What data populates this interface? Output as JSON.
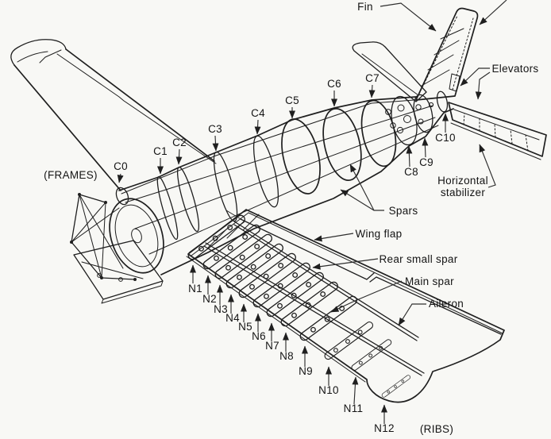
{
  "figure": {
    "type": "aircraft-structure-cutaway",
    "background_color": "#f8f8f5",
    "ink_color": "#1f1f1f"
  },
  "labels": {
    "fin": "Fin",
    "elevators": "Elevators",
    "horizontal_stabilizer_line1": "Horizontal",
    "horizontal_stabilizer_line2": "stabilizer",
    "spars": "Spars",
    "wing_flap": "Wing flap",
    "rear_small_spar": "Rear small spar",
    "main_spar": "Main spar",
    "aileron": "Aileron",
    "frames_caption": "(FRAMES)",
    "ribs_caption": "(RIBS)"
  },
  "frames": [
    "C0",
    "C1",
    "C2",
    "C3",
    "C4",
    "C5",
    "C6",
    "C7",
    "C8",
    "C9",
    "C10"
  ],
  "ribs": [
    "N1",
    "N2",
    "N3",
    "N4",
    "N5",
    "N6",
    "N7",
    "N8",
    "N9",
    "N10",
    "N11",
    "N12"
  ]
}
